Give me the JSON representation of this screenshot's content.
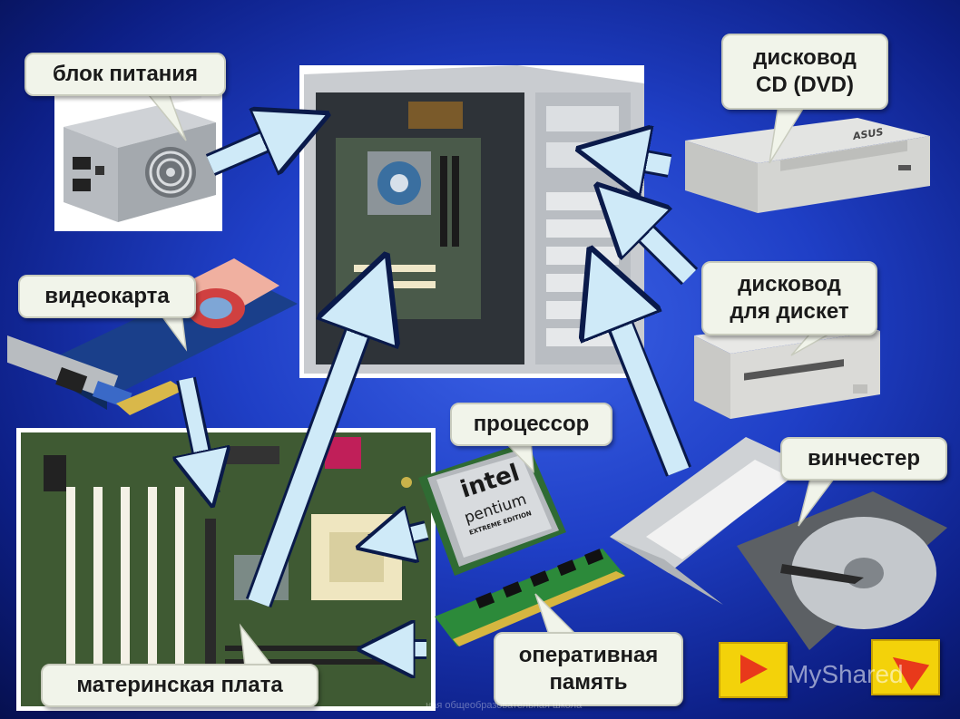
{
  "labels": {
    "psu": "блок питания",
    "cd_line1": "дисковод",
    "cd_line2": "CD (DVD)",
    "video": "видеокарта",
    "floppy_line1": "дисковод",
    "floppy_line2": "для дискет",
    "cpu": "процессор",
    "hdd": "винчестер",
    "motherboard": "материнская плата",
    "ram_line1": "оперативная",
    "ram_line2": "память"
  },
  "brands": {
    "intel": "intel",
    "pentium": "pentium",
    "edition": "EXTREME EDITION",
    "asus": "ASUS"
  },
  "watermark": "MyShared",
  "footer_note": "...ная общеобразовательная школа",
  "colors": {
    "background": "#1f3fc6",
    "arrow_fill": "#cfeaf8",
    "arrow_stroke": "#0a1a4a",
    "callout_bg": "#f1f4ea",
    "nav_bg": "#f3d20a",
    "nav_arrow": "#e8391b"
  },
  "nav": {
    "left_icon": "play-arrow-icon",
    "right_icon": "back-arrow-icon"
  }
}
